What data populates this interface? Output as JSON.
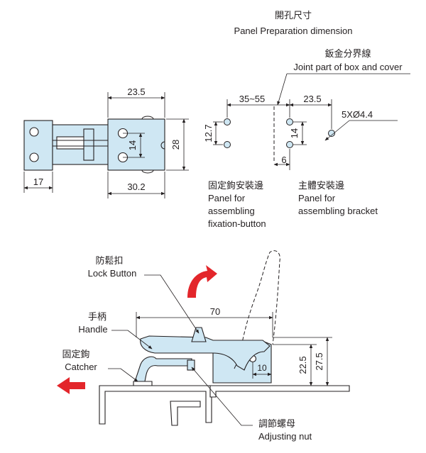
{
  "panel_prep": {
    "title_cn": "開孔尺寸",
    "title_en": "Panel Preparation dimension",
    "joint_cn": "鈑金分界線",
    "joint_en": "Joint part of box and cover",
    "dim_35_55": "35~55",
    "dim_23_5": "23.5",
    "dim_12_7": "12.7",
    "dim_14": "14",
    "dim_6": "6",
    "dim_holes": "5XØ4.4",
    "left_panel_cn": "固定鉤安裝邊",
    "left_panel_en_1": "Panel for",
    "left_panel_en_2": "assembling",
    "left_panel_en_3": "fixation-button",
    "right_panel_cn": "主體安裝邊",
    "right_panel_en_1": "Panel for",
    "right_panel_en_2": "assembling bracket"
  },
  "top_view": {
    "dim_23_5": "23.5",
    "dim_14": "14",
    "dim_28": "28",
    "dim_17": "17",
    "dim_30_2": "30.2"
  },
  "side_view": {
    "lock_cn": "防鬆扣",
    "lock_en": "Lock Button",
    "handle_cn": "手柄",
    "handle_en": "Handle",
    "catcher_cn": "固定鉤",
    "catcher_en": "Catcher",
    "nut_cn": "調節螺母",
    "nut_en": "Adjusting nut",
    "dim_70": "70",
    "dim_10": "10",
    "dim_22_5": "22.5",
    "dim_27_5": "27.5"
  },
  "colors": {
    "part_fill": "#cfe7f3",
    "arrow_red": "#e3262b",
    "line": "#231f20"
  }
}
